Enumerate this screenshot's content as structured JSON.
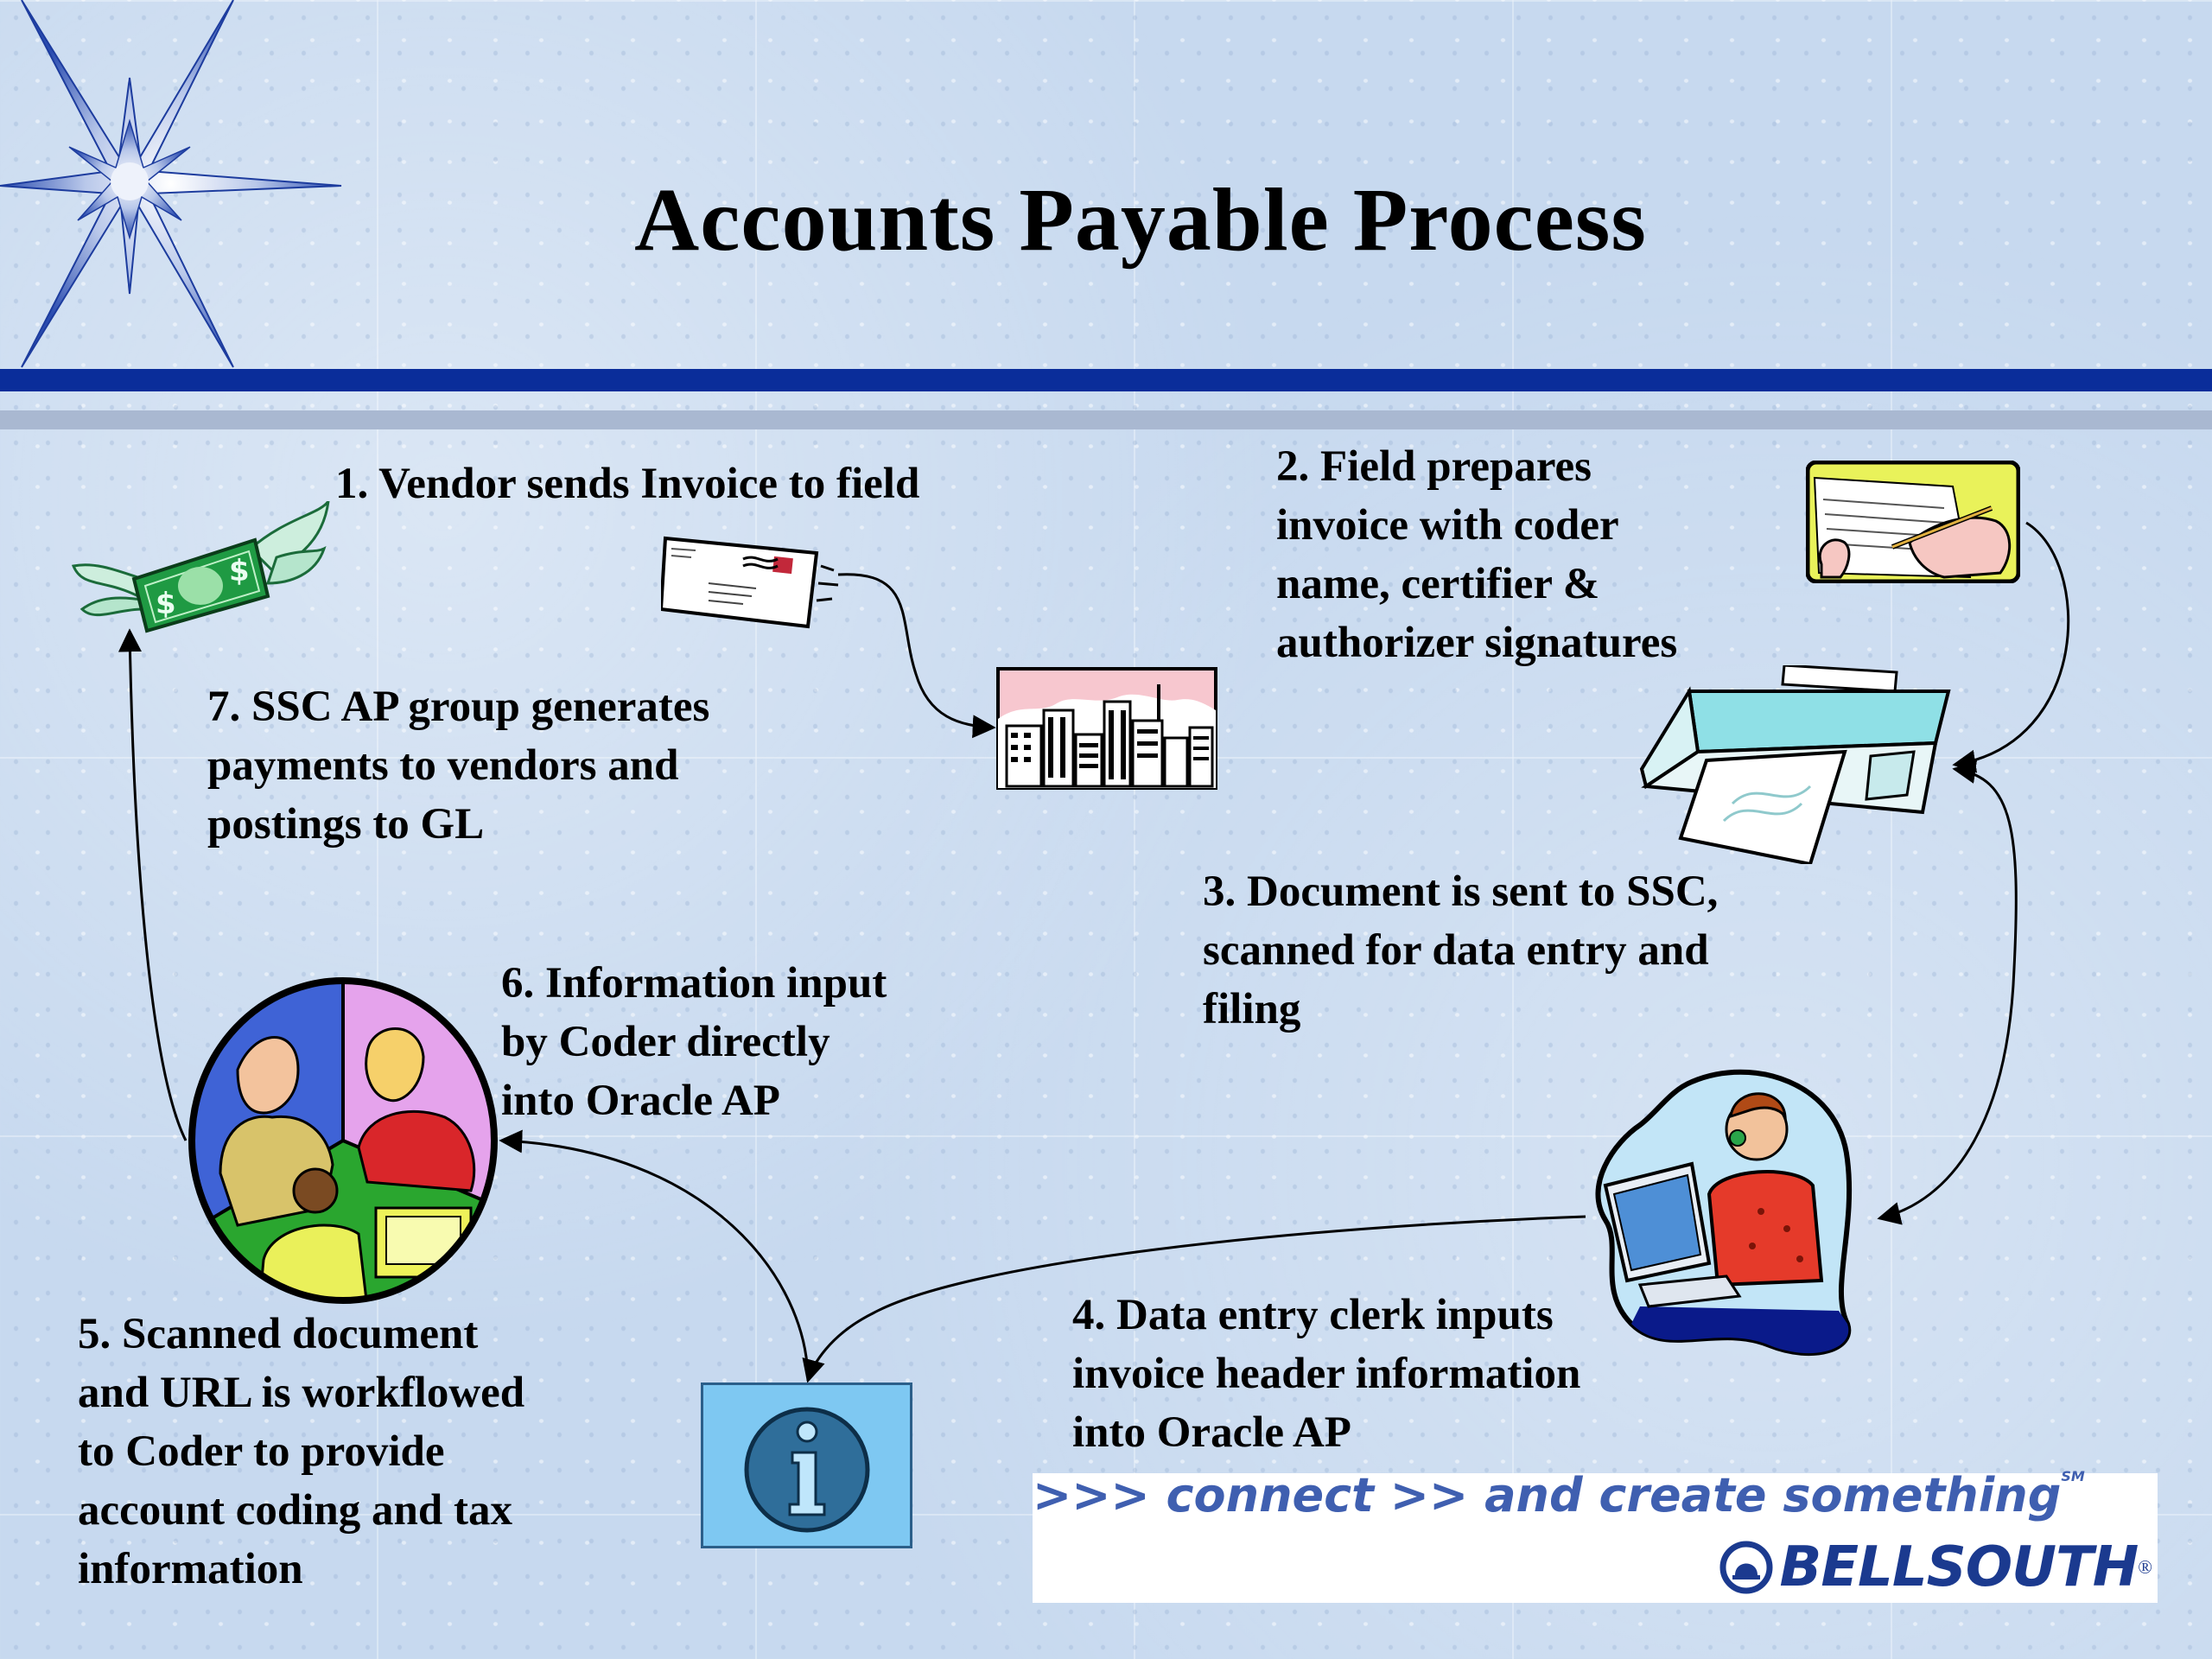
{
  "slide": {
    "title": "Accounts Payable Process"
  },
  "steps": {
    "s1": "1.  Vendor sends Invoice to field",
    "s2": [
      "2. Field prepares",
      "invoice with coder",
      "name, certifier &",
      "authorizer signatures"
    ],
    "s3": [
      "3. Document is sent to SSC,",
      "scanned for data entry and",
      "filing"
    ],
    "s4": [
      "4. Data entry clerk inputs",
      "invoice header information",
      "into Oracle AP"
    ],
    "s5": [
      "5.  Scanned document",
      "and URL is workflowed",
      "to Coder to provide",
      "account coding and tax",
      "information"
    ],
    "s6": [
      "6. Information input",
      "by Coder directly",
      "into Oracle AP"
    ],
    "s7": [
      "7. SSC AP group generates",
      "payments to vendors and",
      "postings to GL"
    ]
  },
  "icons": {
    "star": "starburst-icon",
    "money": "flying-money-icon",
    "envelope": "envelope-icon",
    "city": "city-office-icon",
    "signing": "signing-hand-icon",
    "scanner": "scanner-icon",
    "clerk": "data-entry-clerk-icon",
    "team": "coder-team-icon",
    "info": "information-icon"
  },
  "banner": {
    "tagline": ">>> connect >> and create something",
    "service_mark": "SM",
    "brand": "BELLSOUTH",
    "brand_mark": "®"
  },
  "colors": {
    "rule_dark": "#0a2d9a",
    "rule_light": "#a9b8d1",
    "tagline": "#3f5fb0",
    "brand": "#1b3a8f"
  }
}
